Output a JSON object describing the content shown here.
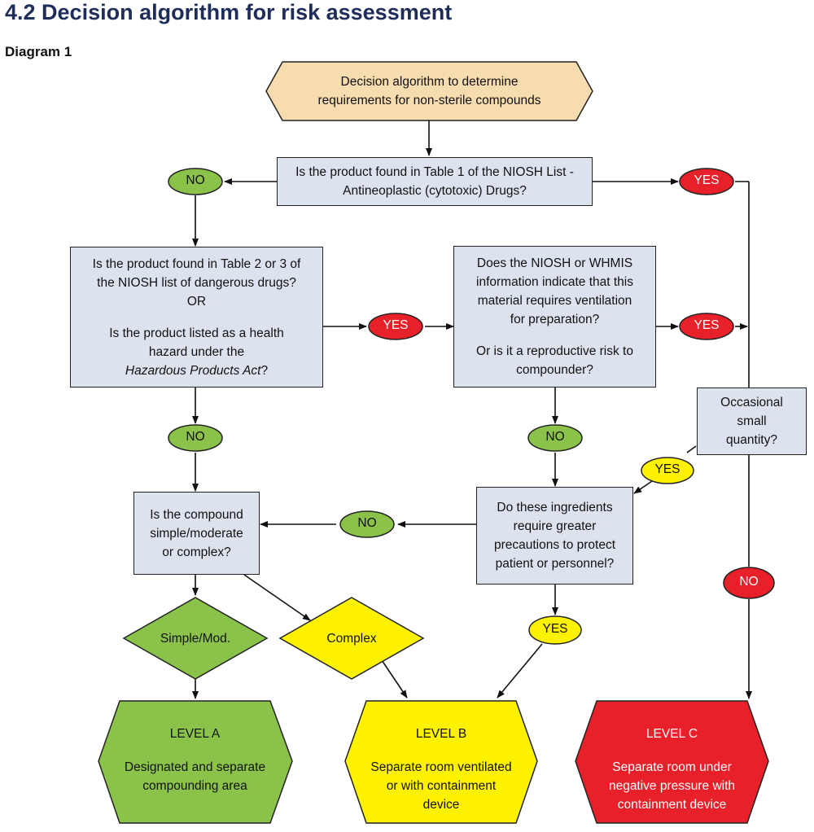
{
  "page": {
    "title": "4.2  Decision algorithm for risk assessment",
    "subtitle": "Diagram 1"
  },
  "start": {
    "line1": "Decision algorithm to determine",
    "line2": "requirements for non-sterile compounds"
  },
  "q1": {
    "line1": "Is the product found in Table 1 of the NIOSH List -",
    "line2": "Antineoplastic (cytotoxic) Drugs?"
  },
  "q2": {
    "line1": "Is the product found in Table 2 or 3 of",
    "line2": "the NIOSH list of dangerous drugs?",
    "line3": "OR",
    "line4": "Is the product listed as a health",
    "line5": "hazard under the",
    "line6_italic": "Hazardous Products Act",
    "line6_end": "?"
  },
  "q3": {
    "line1": "Does the NIOSH or WHMIS",
    "line2": "information indicate that this",
    "line3": "material requires ventilation",
    "line4": "for preparation?",
    "line5": "Or is it a reproductive risk to",
    "line6": "compounder?"
  },
  "q4": {
    "line1": "Occasional",
    "line2": "small",
    "line3": "quantity?"
  },
  "q5": {
    "line1": "Do these ingredients",
    "line2": "require greater",
    "line3": "precautions to protect",
    "line4": "patient or personnel?"
  },
  "q6": {
    "line1": "Is the compound",
    "line2": "simple/moderate",
    "line3": "or complex?"
  },
  "diamonds": {
    "simple": "Simple/Mod.",
    "complex": "Complex"
  },
  "labels": {
    "yes": "YES",
    "no": "NO"
  },
  "levels": {
    "a": {
      "title": "LEVEL A",
      "line1": "Designated and separate",
      "line2": "compounding area"
    },
    "b": {
      "title": "LEVEL B",
      "line1": "Separate room ventilated",
      "line2": "or with containment",
      "line3": "device"
    },
    "c": {
      "title": "LEVEL C",
      "line1": "Separate room under",
      "line2": "negative pressure with",
      "line3": "containment device"
    }
  },
  "colors": {
    "start_fill": "#f7dcb0",
    "box_fill": "#dde3ee",
    "green": "#8bc34a",
    "yellow": "#fff200",
    "red": "#e8202a",
    "title_color": "#1f2d5a"
  }
}
